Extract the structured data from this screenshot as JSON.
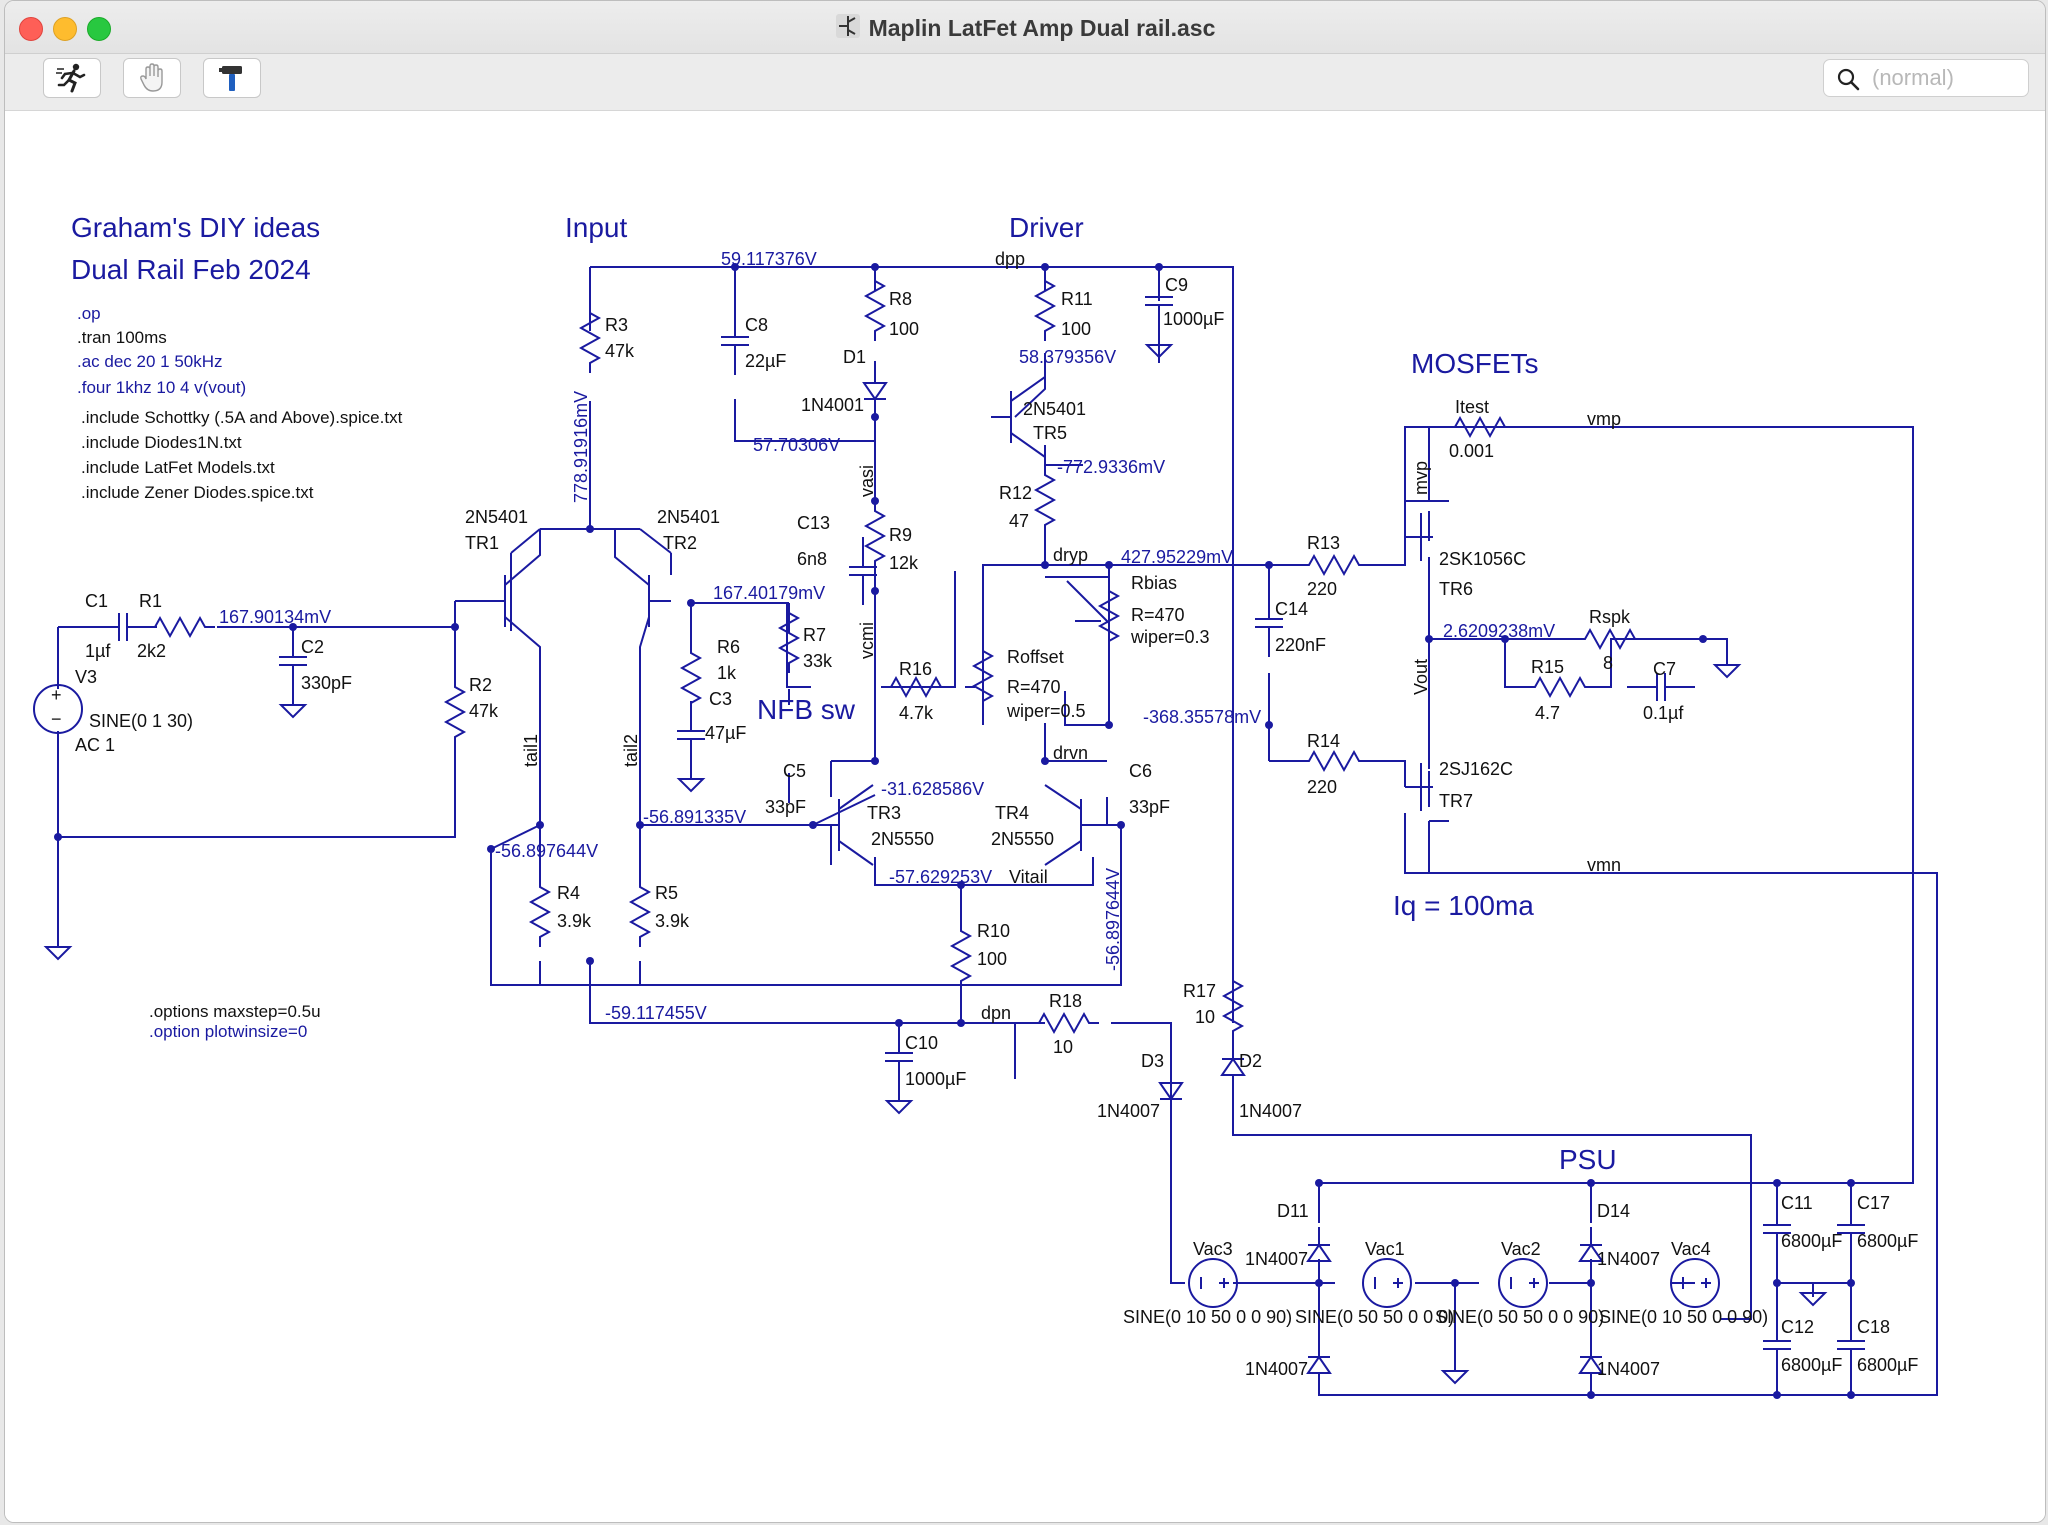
{
  "window": {
    "title": "Maplin LatFet Amp Dual rail.asc"
  },
  "toolbar": {
    "buttons": [
      {
        "name": "run",
        "icon": "running-man-icon"
      },
      {
        "name": "halt",
        "icon": "hand-icon"
      },
      {
        "name": "settings",
        "icon": "hammer-icon"
      }
    ],
    "search_placeholder": "(normal)"
  },
  "schematic": {
    "headings": {
      "title1": "Graham's DIY ideas",
      "title2": "Dual Rail Feb 2024",
      "input": "Input",
      "driver": "Driver",
      "mosfets": "MOSFETs",
      "nfb": "NFB sw",
      "iq": "Iq = 100ma",
      "psu": "PSU"
    },
    "directives": {
      "op": ".op",
      "tran": ".tran 100ms",
      "ac": ".ac dec 20 1 50kHz",
      "four": ".four 1khz 10 4 v(vout)",
      "inc1": ".include Schottky (.5A and Above).spice.txt",
      "inc2": ".include Diodes1N.txt",
      "inc3": ".include LatFet Models.txt",
      "inc4": ".include Zener Diodes.spice.txt",
      "options": ".options maxstep=0.5u",
      "plotwin": ".option plotwinsize=0"
    },
    "components": {
      "c1": "C1",
      "c1v": "1µf",
      "r1": "R1",
      "r1v": "2k2",
      "c2": "C2",
      "c2v": "330pF",
      "v3": "V3",
      "v3s": "SINE(0 1 30)",
      "v3ac": "AC 1",
      "r2": "R2",
      "r2v": "47k",
      "r3": "R3",
      "r3v": "47k",
      "tr1t": "2N5401",
      "tr1": "TR1",
      "tr2t": "2N5401",
      "tr2": "TR2",
      "c8": "C8",
      "c8v": "22µF",
      "r8": "R8",
      "r8v": "100",
      "d1": "D1",
      "d1v": "1N4001",
      "c13": "C13",
      "c13v": "6n8",
      "r9": "R9",
      "r9v": "12k",
      "r6": "R6",
      "r6v": "1k",
      "r7": "R7",
      "r7v": "33k",
      "c3": "C3",
      "c3v": "47µF",
      "r16": "R16",
      "r16v": "4.7k",
      "roffset": "Roffset",
      "roffv": "R=470",
      "roffw": "wiper=0.5",
      "r11": "R11",
      "r11v": "100",
      "c9": "C9",
      "c9v": "1000µF",
      "tr5t": "2N5401",
      "tr5": "TR5",
      "r12": "R12",
      "r12v": "47",
      "rbias": "Rbias",
      "rbiasv": "R=470",
      "rbiasw": "wiper=0.3",
      "c14": "C14",
      "c14v": "220nF",
      "r13": "R13",
      "r13v": "220",
      "r14": "R14",
      "r14v": "220",
      "itest": "Itest",
      "itestv": "0.001",
      "tr6t": "2SK1056C",
      "tr6": "TR6",
      "tr7t": "2SJ162C",
      "tr7": "TR7",
      "rspk": "Rspk",
      "rspkv": "8",
      "r15": "R15",
      "r15v": "4.7",
      "c7": "C7",
      "c7v": "0.1µf",
      "c5": "C5",
      "c5v": "33pF",
      "tr3": "TR3",
      "tr3t": "2N5550",
      "tr4": "TR4",
      "tr4t": "2N5550",
      "c6": "C6",
      "c6v": "33pF",
      "r4": "R4",
      "r4v": "3.9k",
      "r5": "R5",
      "r5v": "3.9k",
      "r10": "R10",
      "r10v": "100",
      "c10": "C10",
      "c10v": "1000µF",
      "r18": "R18",
      "r18v": "10",
      "r17": "R17",
      "r17v": "10",
      "d3": "D3",
      "d3v": "1N4007",
      "d2": "D2",
      "d2v": "1N4007",
      "d11": "D11",
      "d11v": "1N4007",
      "d12v": "1N4007",
      "d14": "D14",
      "d14v": "1N4007",
      "d13v": "1N4007",
      "vac3": "Vac3",
      "vac1": "Vac1",
      "vac2": "Vac2",
      "vac4": "Vac4",
      "vac3s": "SINE(0 10 50 0 0 90)",
      "vac1s": "SINE(0 50 50 0 0 0)",
      "vac2s": "SINE(0 50 50 0 0 90)",
      "vac4s": "SINE(0 10 50 0 0 90)",
      "c11": "C11",
      "c11v": "6800µF",
      "c17": "C17",
      "c17v": "6800µF",
      "c12": "C12",
      "c12v": "6800µF",
      "c18": "C18",
      "c18v": "6800µF"
    },
    "nets": {
      "dpp": "dpp",
      "dpn": "dpn",
      "vasi": "vasi",
      "vcmi": "vcmi",
      "dryp": "dryp",
      "drvn": "drvn",
      "mvp": "mvp",
      "vmp": "vmp",
      "vmn": "vmn",
      "vout": "Vout",
      "tail1": "tail1",
      "tail2": "tail2",
      "vitail": "Vitail"
    },
    "voltages": {
      "v1": "59.117376V",
      "v2": "58.379356V",
      "v3": "778.91916mV",
      "v4": "57.70306V",
      "v5": "-772.9336mV",
      "v6": "167.90134mV",
      "v7": "167.40179mV",
      "v8": "427.95229mV",
      "v9": "2.6209238mV",
      "v10": "-368.35578mV",
      "v11": "-31.628586V",
      "v12": "-56.891335V",
      "v13": "-56.897644V",
      "v14": "-57.629253V",
      "v15": "-56.897644V",
      "v16": "-59.117455V"
    }
  }
}
